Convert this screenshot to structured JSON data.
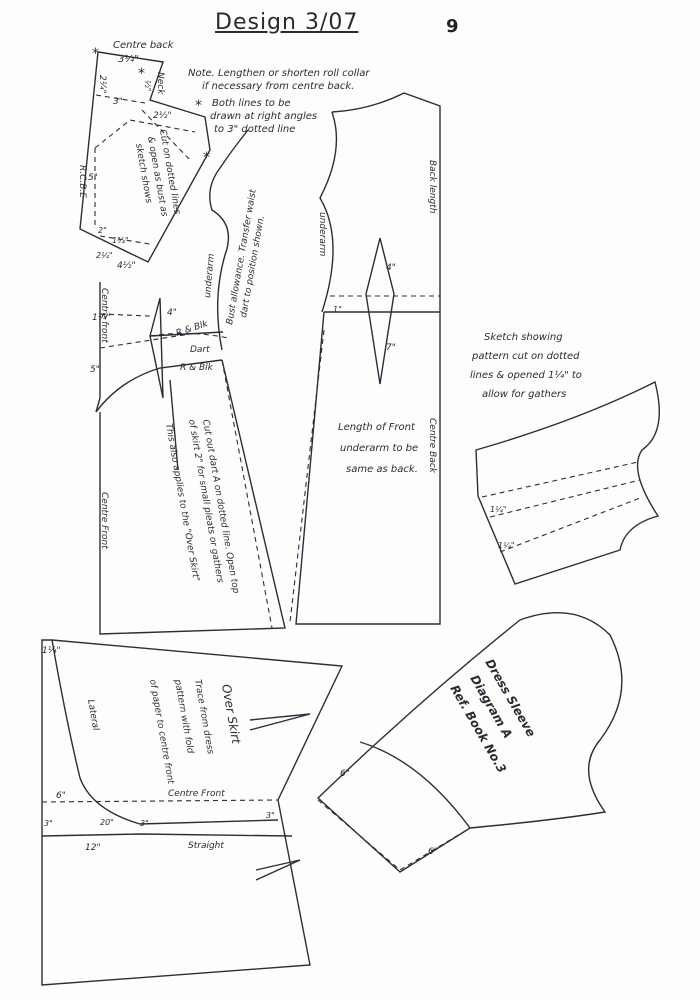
{
  "header": {
    "title": "Design 3/07",
    "page_number": "9"
  },
  "notes": {
    "note1_l1": "Note. Lengthen or shorten roll collar",
    "note1_l2": "if necessary from centre back.",
    "note2_l1": "Both lines to be",
    "note2_l2": "drawn at right angles",
    "note2_l3": "to 3\" dotted line",
    "star": "*"
  },
  "collar": {
    "centre_back": "Centre back",
    "neck": "Neck",
    "rcbe": "R.C.B.E",
    "m_3_1_4": "3¼\"",
    "m_2_1_4_a": "2¼\"",
    "m_1_2": "½\"",
    "m_3": "3\"",
    "m_2_1_2": "2½\"",
    "m_5": "5\"",
    "m_2": "2\"",
    "m_1_3_4": "1¾\"",
    "m_2_1_4_b": "2¼\"",
    "m_4_1_2": "4½\"",
    "cut_l1": "Cut on dotted lines",
    "cut_l2": "& open as bust as",
    "cut_l3": "sketch shows"
  },
  "bodice_front": {
    "centre_front": "Centre front",
    "m_1_1_4": "1¼\"",
    "m_5": "5\"",
    "m_4": "4\"",
    "rbk1": "R & Blk",
    "dart": "Dart",
    "rbk2": "R & Blk",
    "underarm": "underarm",
    "bust_l1": "Bust allowance. Transfer waist",
    "bust_l2": "dart to position shown."
  },
  "bodice_back": {
    "back_length": "Back length",
    "underarm": "underarm",
    "m_4": "4\"",
    "m_1": "1\"",
    "m_7": "7\""
  },
  "skirt": {
    "centre_front": "Centre Front",
    "centre_back": "Centre Back",
    "length_l1": "Length of Front",
    "length_l2": "underarm to be",
    "length_l3": "same as back.",
    "cutout_l1": "Cut out dart A on dotted line. Open top",
    "cutout_l2": "of skirt 2\" for small pleats or gathers",
    "cutout_l3": "This also applies to the \"Over Skirt\""
  },
  "sleeve_sketch": {
    "l1": "Sketch showing",
    "l2": "pattern cut on dotted",
    "l3": "lines & opened 1¼\" to",
    "l4": "allow for gathers",
    "m_a": "1¼\"",
    "m_b": "1¼\""
  },
  "overskirt": {
    "m_1_1_4": "1¼\"",
    "title": "Over Skirt",
    "trace_l1": "Trace from dress",
    "trace_l2": "pattern with fold",
    "trace_l3": "of paper to centre front",
    "centre_front": "Centre Front",
    "straight": "Straight",
    "m_6": "6\"",
    "m_3a": "3\"",
    "m_3b": "3\"",
    "m_3c": "3\"",
    "m_12": "12\"",
    "m_20": "20\"",
    "lateral": "Lateral"
  },
  "sleeve": {
    "l1": "Dress Sleeve",
    "l2": "Diagram A",
    "l3": "Ref. Book No.3",
    "m_6a": "6\"",
    "m_6b": "6\""
  }
}
